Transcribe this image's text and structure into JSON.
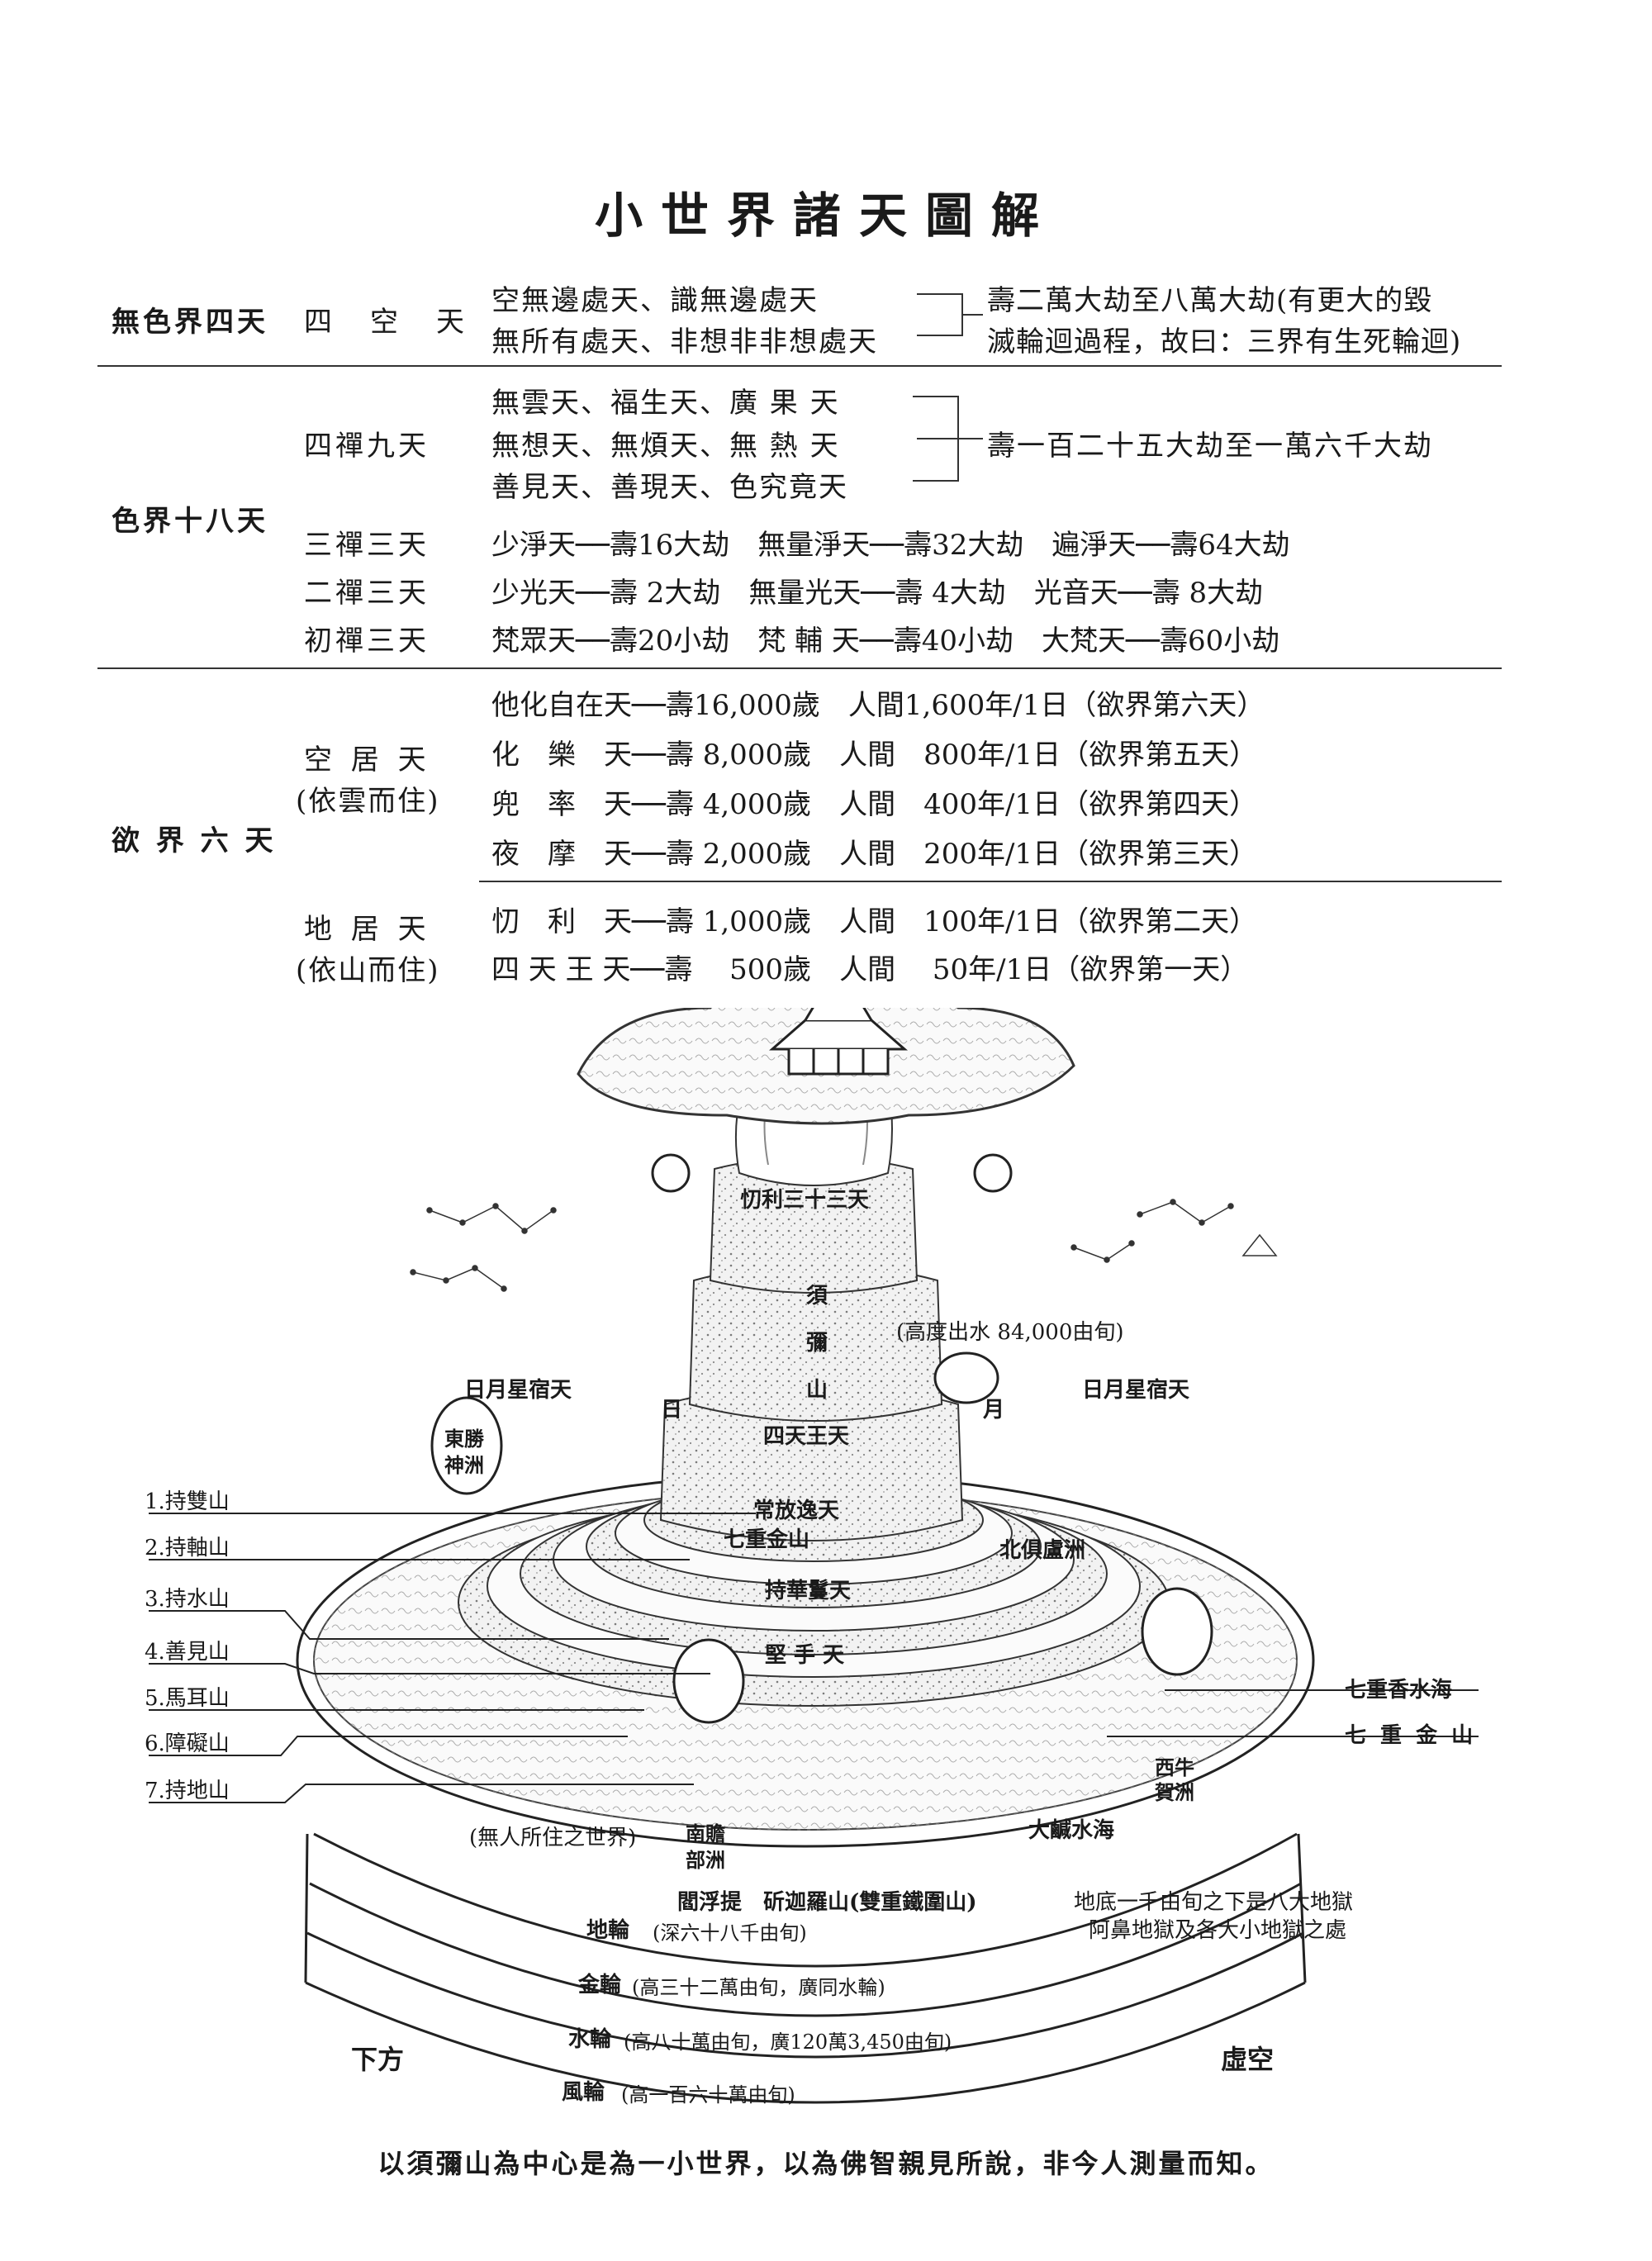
{
  "title": "小世界諸天圖解",
  "table": {
    "formless": {
      "category": "無色界四天",
      "sub": "四　空　天",
      "rows": [
        "空無邊處天、識無邊處天",
        "無所有處天、非想非非想處天"
      ],
      "note": [
        "壽二萬大劫至八萬大劫(有更大的毀",
        "滅輪迴過程，故曰：三界有生死輪迴)"
      ]
    },
    "form": {
      "category": "色界十八天",
      "fourth": {
        "sub": "四禪九天",
        "rows": [
          "無雲天、福生天、廣 果 天",
          "無想天、無煩天、無 熱 天",
          "善見天、善現天、色究竟天"
        ],
        "note": "壽一百二十五大劫至一萬六千大劫"
      },
      "third": {
        "sub": "三禪三天",
        "row": "少淨天──壽16大劫　無量淨天──壽32大劫　遍淨天──壽64大劫"
      },
      "second": {
        "sub": "二禪三天",
        "row": "少光天──壽 2大劫　無量光天──壽 4大劫　光音天──壽 8大劫"
      },
      "first": {
        "sub": "初禪三天",
        "row": "梵眾天──壽20小劫　梵 輔 天──壽40小劫　大梵天──壽60小劫"
      }
    },
    "desire": {
      "category": "欲 界 六 天",
      "sky": {
        "sub": [
          "空 居 天",
          "(依雲而住)"
        ],
        "rows": [
          "他化自在天──壽16,000歲　人間1,600年/1日（欲界第六天）",
          "化　樂　天──壽 8,000歲　人間　800年/1日（欲界第五天）",
          "兜　率　天──壽 4,000歲　人間　400年/1日（欲界第四天）",
          "夜　摩　天──壽 2,000歲　人間　200年/1日（欲界第三天）"
        ]
      },
      "ground": {
        "sub": [
          "地 居 天",
          "(依山而住)"
        ],
        "rows": [
          "忉　利　天──壽 1,000歲　人間　100年/1日（欲界第二天）",
          "四 天 王 天──壽　 500歲　人間　 50年/1日（欲界第一天）"
        ]
      }
    }
  },
  "diagram": {
    "trayastrimsa": "忉利三十三天",
    "sumeru": [
      "須",
      "彌",
      "山"
    ],
    "height_note": "(高度出水 84,000由旬)",
    "sun_moon_heaven_left": "日月星宿天",
    "sun_moon_heaven_right": "日月星宿天",
    "sun": "日",
    "moon": "月",
    "tiers": [
      "四天王天",
      "常放逸天",
      "七重金山",
      "持華鬘天",
      "堅 手 天"
    ],
    "mountains": [
      "1.持雙山",
      "2.持軸山",
      "3.持水山",
      "4.善見山",
      "5.馬耳山",
      "6.障礙山",
      "7.持地山"
    ],
    "continents": {
      "east": [
        "東勝",
        "神洲"
      ],
      "north": "北俱盧洲",
      "west": [
        "西牛",
        "賀洲"
      ],
      "south": [
        "南贍",
        "部洲"
      ]
    },
    "right_labels": [
      "七重香水海",
      "七 重 金 山"
    ],
    "salt_sea": "大鹹水海",
    "uninhabited": "(無人所住之世界)",
    "iron_ring": "閻浮提　斫迦羅山(雙重鐵圍山)",
    "hell_note": [
      "地底一千由旬之下是八大地獄",
      "阿鼻地獄及各大小地獄之處"
    ],
    "earth_wheel": {
      "name": "地輪",
      "note": "(深六十八千由旬)"
    },
    "gold_wheel": {
      "name": "金輪",
      "note": "(高三十二萬由旬，廣同水輪)"
    },
    "water_wheel": {
      "name": "水輪",
      "note": "(高八十萬由旬，廣120萬3,450由旬)"
    },
    "wind_wheel": {
      "name": "風輪",
      "note": "(高一百六十萬由旬)"
    },
    "below": "下方",
    "void": "虛空"
  },
  "caption": "以須彌山為中心是為一小世界，以為佛智親見所說，非今人測量而知。"
}
